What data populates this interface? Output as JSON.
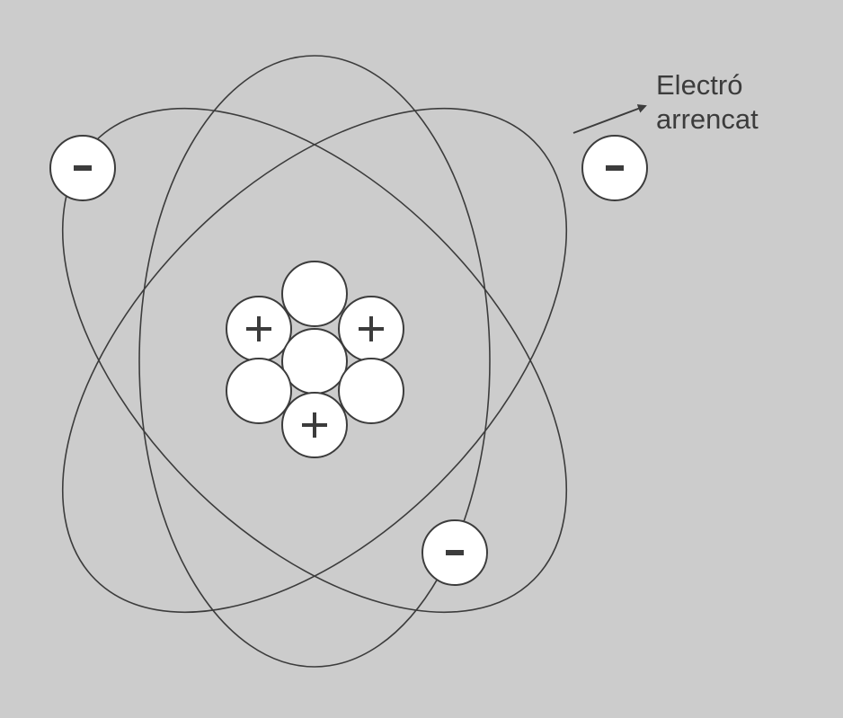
{
  "label": {
    "line1": "Electró",
    "line2": "arrencat"
  },
  "nucleus": [
    {
      "type": "neutron",
      "sign": ""
    },
    {
      "type": "proton",
      "sign": "+"
    },
    {
      "type": "proton",
      "sign": "+"
    },
    {
      "type": "neutron",
      "sign": ""
    },
    {
      "type": "neutron",
      "sign": ""
    },
    {
      "type": "neutron",
      "sign": ""
    },
    {
      "type": "proton",
      "sign": "+"
    }
  ],
  "electrons": [
    {
      "sign": "-",
      "state": "orbiting"
    },
    {
      "sign": "-",
      "state": "orbiting"
    },
    {
      "sign": "-",
      "state": "removed"
    }
  ],
  "colors": {
    "background": "#cccccc",
    "stroke": "#3c3c3c",
    "particle": "#ffffff"
  }
}
